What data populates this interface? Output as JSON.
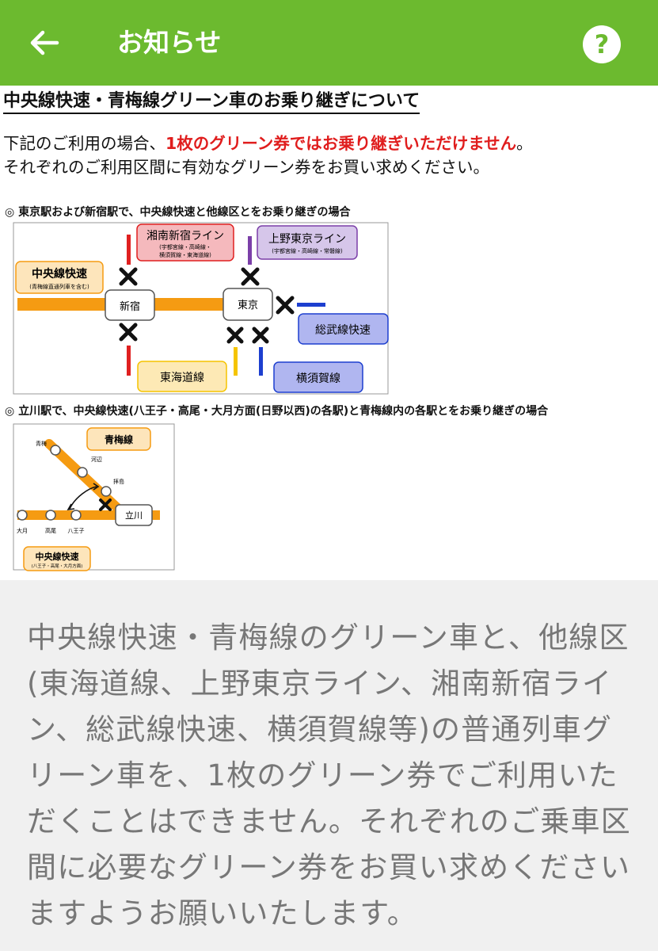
{
  "appbar": {
    "title": "お知らせ",
    "help_label": "?",
    "color": "#6cba2f"
  },
  "notice": {
    "heading": "中央線快速・青梅線グリーン車のお乗り継ぎについて",
    "para1_prefix": "下記のご利用の場合、",
    "para1_highlight": "1枚のグリーン券ではお乗り継ぎいただけません",
    "para1_suffix": "。",
    "para2": "それぞれのご利用区間に有効なグリーン券をお買い求めください。",
    "section1": "◎ 東京駅および新宿駅で、中央線快速と他線区とをお乗り継ぎの場合",
    "section2": "◎ 立川駅で、中央線快速(八王子・高尾・大月方面(日野以西)の各駅)と青梅線内の各駅とをお乗り継ぎの場合",
    "diagram1": {
      "chuo_line": "中央線快速",
      "chuo_sub": "(青梅線直通列車を含む)",
      "shonan_line": "湘南新宿ライン",
      "shonan_sub1": "(宇都宮線・高崎線・",
      "shonan_sub2": "横須賀線・東海道線)",
      "ueno_line": "上野東京ライン",
      "ueno_sub": "(宇都宮線・高崎線・常磐線)",
      "shinjuku": "新宿",
      "tokyo": "東京",
      "sobu_line": "総武線快速",
      "tokaido_line": "東海道線",
      "yokosuka_line": "横須賀線"
    },
    "diagram2": {
      "ome_line": "青梅線",
      "st_ome": "青梅",
      "st_kabe": "河辺",
      "st_haijima": "拝島",
      "tachikawa": "立川",
      "st_otsuki": "大月",
      "st_takao": "高尾",
      "st_hachioji": "八王子",
      "chuo_line": "中央線快速",
      "chuo_sub": "(八王子・高尾・大月方面)"
    }
  },
  "caption": {
    "text": "中央線快速・青梅線のグリーン車と、他線区(東海道線、上野東京ライン、湘南新宿ライン、総武線快速、横須賀線等)の普通列車グリーン車を、1枚のグリーン券でご利用いただくことはできません。それぞれのご乗車区間に必要なグリーン券をお買い求めくださいますようお願いいたします。"
  }
}
